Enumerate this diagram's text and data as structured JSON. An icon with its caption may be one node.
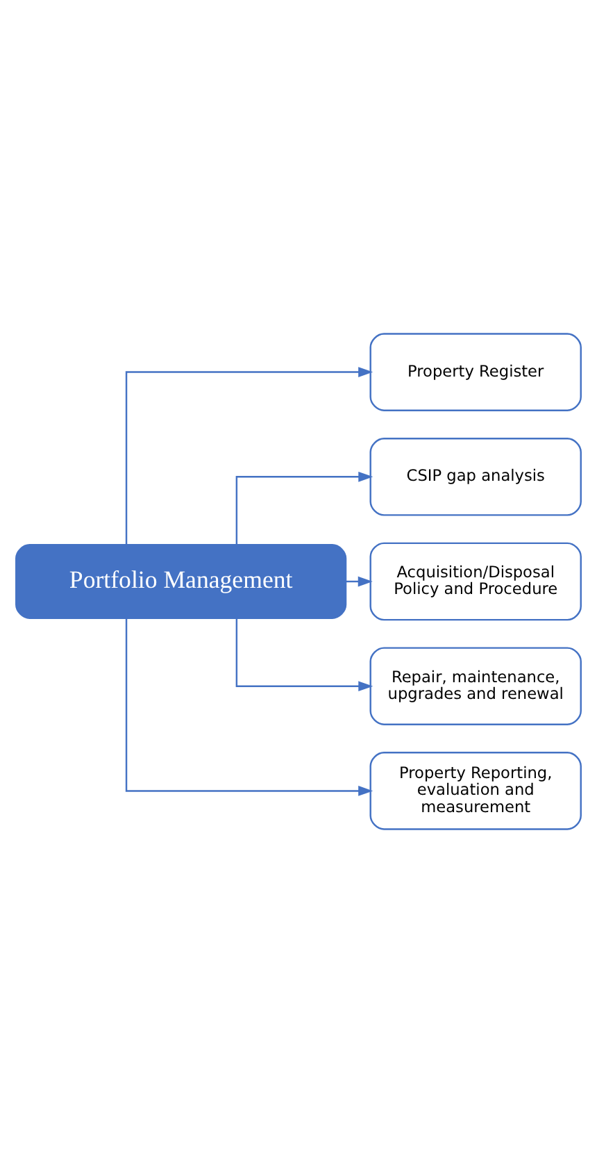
{
  "diagram": {
    "nodes": [
      {
        "text": [
          "Portfolio Management"
        ]
      },
      {
        "text": [
          "Property Register"
        ]
      },
      {
        "text": [
          "CSIP gap analysis"
        ]
      },
      {
        "text": [
          "Acquisition/Disposal Policy and Procedure"
        ]
      },
      {
        "text": [
          "Repair, maintenance, upgrades and renewal"
        ]
      },
      {
        "text": [
          "Property Reporting, evaluation and measurement"
        ]
      }
    ],
    "edges": [
      {
        "from": 0,
        "to": 1,
        "arrow": "to"
      },
      {
        "from": 0,
        "to": 2,
        "arrow": "to"
      },
      {
        "from": 0,
        "to": 3,
        "arrow": "to"
      },
      {
        "from": 0,
        "to": 4,
        "arrow": "to"
      },
      {
        "from": 0,
        "to": 5,
        "arrow": "to"
      }
    ]
  }
}
